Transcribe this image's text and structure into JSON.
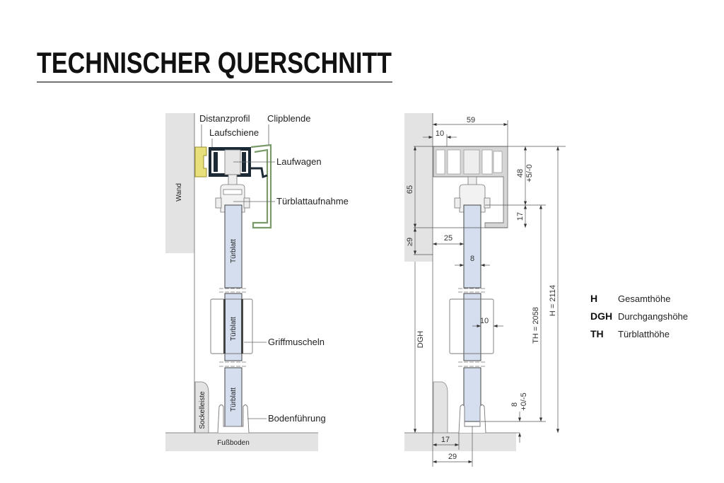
{
  "title": "TECHNISCHER QUERSCHNITT",
  "left_diagram": {
    "labels": {
      "distanzprofil": "Distanzprofil",
      "laufschiene": "Laufschiene",
      "clipblende": "Clipblende",
      "laufwagen": "Laufwagen",
      "tuerblattaufnahme": "Türblattaufnahme",
      "griffmuscheln": "Griffmuscheln",
      "bodenfuehrung": "Bodenführung",
      "wand": "Wand",
      "sockelleiste": "Sockelleiste",
      "fussboden": "Fußboden",
      "tuerblatt": "Türblatt"
    }
  },
  "right_diagram": {
    "dimensions": {
      "d59": "59",
      "d10_top": "10",
      "d65": "65",
      "d48": "48",
      "d48_tol": "+5/-0",
      "d17_right": "17",
      "d9": "≥9",
      "d25": "25",
      "d8_door": "8",
      "d10_handle": "10",
      "dgh": "DGH",
      "th": "TH = 2058",
      "h": "H = 2114",
      "d8_bottom": "8",
      "d8_tol": "+0/-5",
      "d17_bottom": "17",
      "d29": "29"
    }
  },
  "legend": [
    {
      "abbr": "H",
      "text": "Gesamthöhe"
    },
    {
      "abbr": "DGH",
      "text": "Durchgangshöhe"
    },
    {
      "abbr": "TH",
      "text": "Türblatthöhe"
    }
  ],
  "colors": {
    "wall": "#e3e3e3",
    "glass": "#d4deef",
    "distanzprofil": "#e8e07a",
    "clipblende": "#7a9a6a",
    "rail": "#1c2a36"
  }
}
